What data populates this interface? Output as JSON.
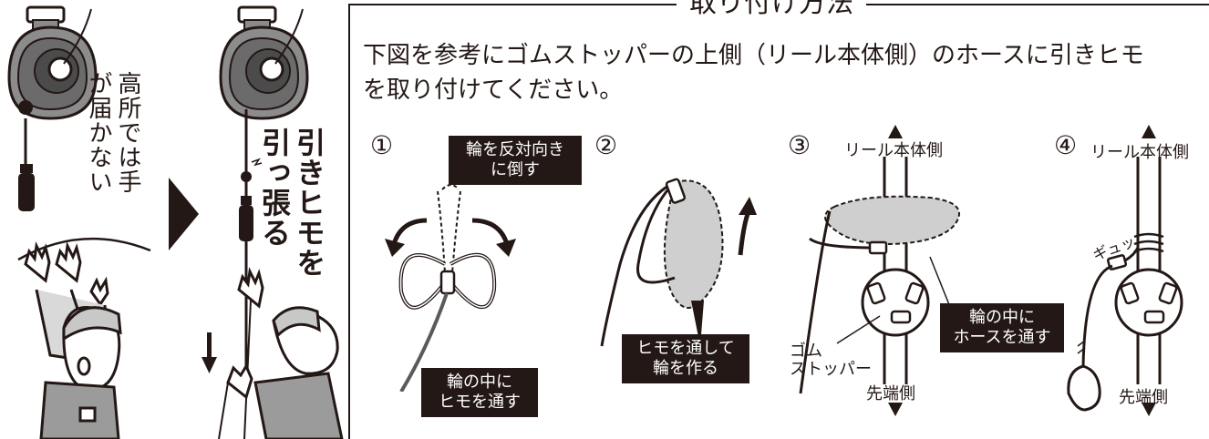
{
  "title": "取り付け方法",
  "instruction_line1": "下図を参考にゴムストッパーの上側（リール本体側）のホースに引きヒモ",
  "instruction_line2": "を取り付けてください。",
  "left_panel": {
    "caption_high": "高所では手が届かない",
    "caption_pull": "引きヒモを引っ張る"
  },
  "steps": [
    {
      "number": "①",
      "box_top": "輪を反対向き\nに倒す",
      "box_bottom": "輪の中に\nヒモを通す"
    },
    {
      "number": "②",
      "box": "ヒモを通して\n輪を作る"
    },
    {
      "number": "③",
      "top_label": "リール本体側",
      "bottom_label": "先端側",
      "stopper_label": "ゴム\nストッパー",
      "box": "輪の中に\nホースを通す"
    },
    {
      "number": "④",
      "top_label": "リール本体側",
      "bottom_label": "先端側",
      "sound_label": "ギュッ"
    }
  ],
  "colors": {
    "ink": "#231815",
    "gray": "#cfcfcf",
    "dark_gray": "#5a5a5a"
  }
}
